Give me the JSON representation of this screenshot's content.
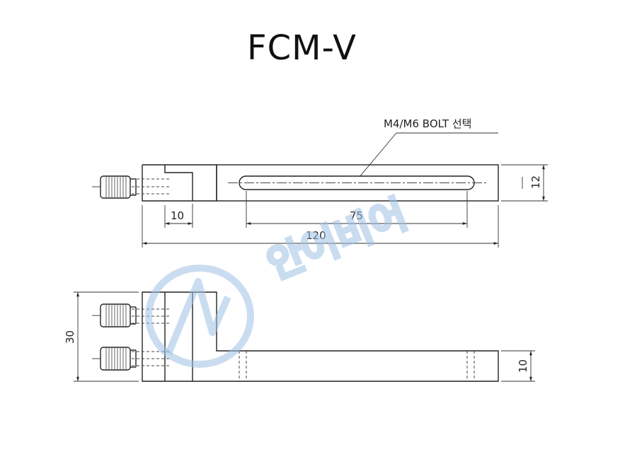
{
  "title": "FCM-V",
  "annotation": "M4/M6 BOLT 선택",
  "dimensions": {
    "slot_offset": "10",
    "slot_length": "75",
    "overall_length": "120",
    "top_height": "12",
    "side_height": "30",
    "bar_height": "10"
  },
  "watermark": "안어비어",
  "colors": {
    "line": "#222222",
    "watermark": "#9fc1e4"
  }
}
